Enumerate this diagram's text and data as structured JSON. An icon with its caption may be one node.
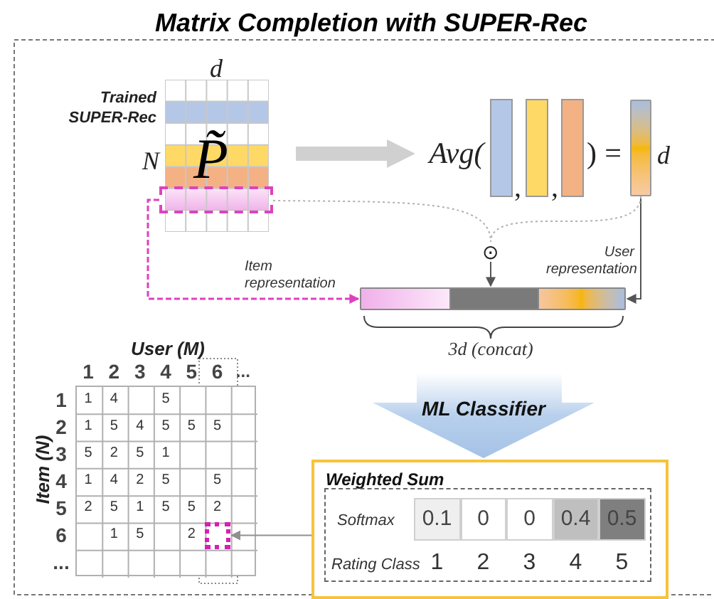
{
  "diagram": {
    "title": "Matrix Completion with SUPER-Rec",
    "nodes": [
      {
        "text": [
          "P̃"
        ],
        "beside": [
          "d",
          "Trained SUPER-Rec",
          "N"
        ]
      },
      {
        "text": [],
        "shape": "box"
      },
      {
        "text": [],
        "shape": "bar",
        "beside": [
          "d"
        ]
      },
      {
        "text": [
          "⊙"
        ]
      },
      {
        "text": [],
        "shape": "bar"
      },
      {
        "text": [
          "ML Classifier"
        ]
      },
      {
        "text": [
          "Weighted Sum"
        ]
      },
      {
        "text": [
          "Softmax",
          "0.1",
          "0",
          "0",
          "0.4",
          "0.5",
          "Rating Class",
          "1",
          "2",
          "3",
          "4",
          "5"
        ],
        "in": 6
      },
      {
        "text": [],
        "shape": "box"
      },
      {
        "text": [],
        "shape": "box",
        "in": 8
      }
    ],
    "edges": [
      {
        "from": 0,
        "to": null,
        "arrow": "to",
        "style": "thick",
        "color": "#d0d0d0"
      },
      {
        "from": 1,
        "to": 4,
        "arrow": "to",
        "label": "Item representation",
        "style": "dashed",
        "color": "#e040c0"
      },
      {
        "from": 2,
        "to": 4,
        "arrow": "to",
        "label": "User representation"
      },
      {
        "from": 1,
        "to": 3,
        "arrow": "none",
        "style": "dashed",
        "color": "#b0b0b0"
      },
      {
        "from": 2,
        "to": 3,
        "arrow": "none",
        "style": "dashed",
        "color": "#b0b0b0"
      },
      {
        "from": 3,
        "to": 4,
        "arrow": "to"
      },
      {
        "from": 6,
        "to": 9,
        "arrow": "to",
        "color": "#909090"
      }
    ],
    "labels": [
      "Avg(",
      ",",
      ",",
      ")",
      "=",
      "User (M)",
      "3d (concat)",
      "1",
      "2",
      "3",
      "4",
      "5",
      "6",
      "...",
      "Item (N)",
      "1",
      "1",
      "4",
      "5",
      "2",
      "1",
      "5",
      "4",
      "5",
      "5",
      "5",
      "3",
      "5",
      "2",
      "5",
      "1",
      "4",
      "1",
      "4",
      "2",
      "5",
      "5",
      "5",
      "2",
      "5",
      "1",
      "5",
      "5",
      "2",
      "6",
      "1",
      "5",
      "2",
      "..."
    ]
  }
}
